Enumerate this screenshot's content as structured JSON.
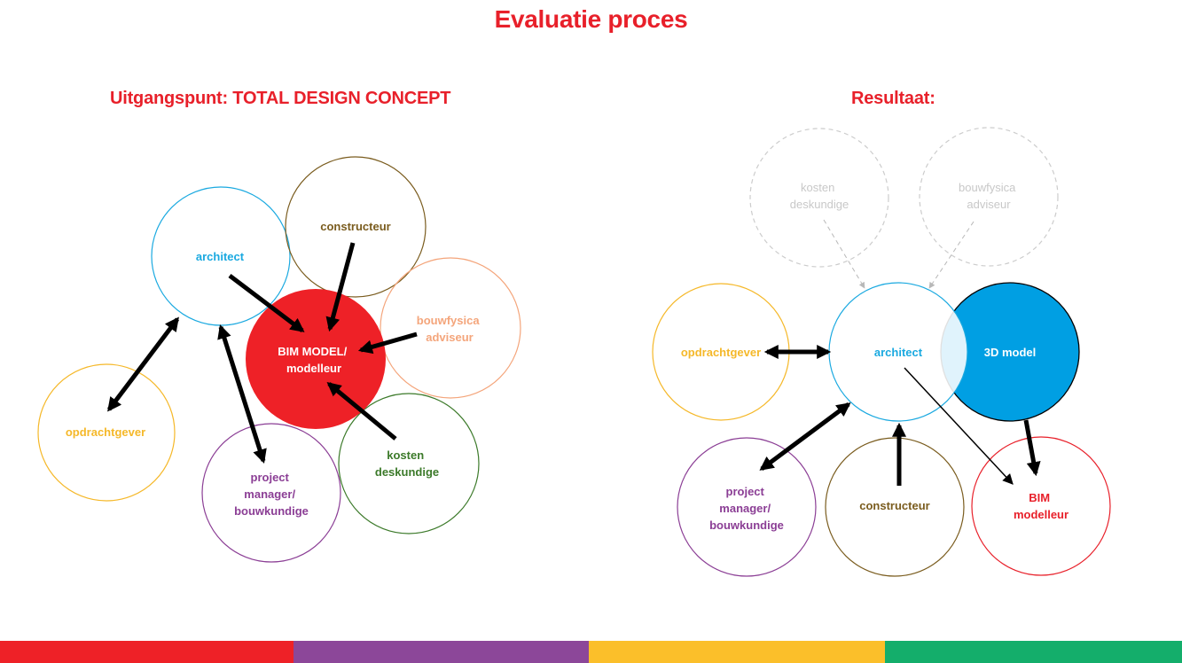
{
  "title": "Evaluatie proces",
  "left": {
    "subtitle": "Uitgangspunt: TOTAL DESIGN CONCEPT",
    "architect": [
      "architect"
    ],
    "constructeur": [
      "constructeur"
    ],
    "bim": [
      "BIM MODEL/",
      "modelleur"
    ],
    "bouwfysica": [
      "bouwfysica",
      "adviseur"
    ],
    "kosten": [
      "kosten",
      "deskundige"
    ],
    "project": [
      "project",
      "manager/",
      "bouwkundige"
    ],
    "opdrachtgever": [
      "opdrachtgever"
    ]
  },
  "right": {
    "subtitle": "Resultaat:",
    "kosten": [
      "kosten",
      "deskundige"
    ],
    "bouwfysica": [
      "bouwfysica",
      "adviseur"
    ],
    "opdrachtgever": [
      "opdrachtgever"
    ],
    "architect": [
      "architect"
    ],
    "model3d": [
      "3D model"
    ],
    "project": [
      "project",
      "manager/",
      "bouwkundige"
    ],
    "constructeur": [
      "constructeur"
    ],
    "bim": [
      "BIM",
      "modelleur"
    ]
  },
  "colors": {
    "title_red": "#e8202a",
    "architect": "#1aa9e0",
    "constructeur": "#7a5c1e",
    "bim_fill": "#ee2127",
    "bouwfysica": "#f4a57b",
    "kosten": "#3c7a2a",
    "project": "#8b3e95",
    "opdrachtgever": "#f5b829",
    "faded": "#cccccc",
    "model3d_fill": "#009fe3",
    "bim_right": "#e8202a",
    "bars": [
      "#ee2127",
      "#8c4799",
      "#fbbf2a",
      "#14ae6b"
    ]
  }
}
